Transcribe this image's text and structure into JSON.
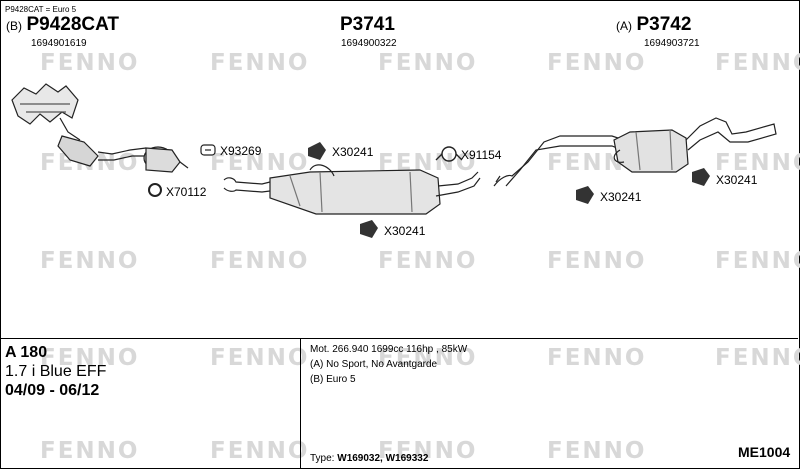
{
  "header_note": "P9428CAT = Euro 5",
  "parts": [
    {
      "prefix": "(B)",
      "code": "P9428CAT",
      "number": "1694901619"
    },
    {
      "prefix": "",
      "code": "P3741",
      "number": "1694900322"
    },
    {
      "prefix": "(A)",
      "code": "P3742",
      "number": "1694903721"
    }
  ],
  "fittings": [
    {
      "code": "X93269",
      "icon": "clamp-icon"
    },
    {
      "code": "X30241",
      "icon": "rubber-mount-icon"
    },
    {
      "code": "X91154",
      "icon": "hanger-clamp-icon"
    },
    {
      "code": "X70112",
      "icon": "gasket-ring-icon"
    },
    {
      "code": "X30241",
      "icon": "rubber-mount-icon"
    },
    {
      "code": "X30241",
      "icon": "rubber-mount-icon"
    },
    {
      "code": "X30241",
      "icon": "rubber-mount-icon"
    }
  ],
  "watermark": "FENNO",
  "vehicle": {
    "model": "A 180",
    "engine": "1.7 i Blue EFF",
    "years": "04/09 - 06/12"
  },
  "details": {
    "motor": "Mot. 266.940 1699cc 116hp , 85kW",
    "note_a": "(A) No Sport, No Avantgarde",
    "note_b": "(B) Euro 5",
    "type_label": "Type:",
    "type_value": "W169032, W169332"
  },
  "drawing_code": "ME1004"
}
